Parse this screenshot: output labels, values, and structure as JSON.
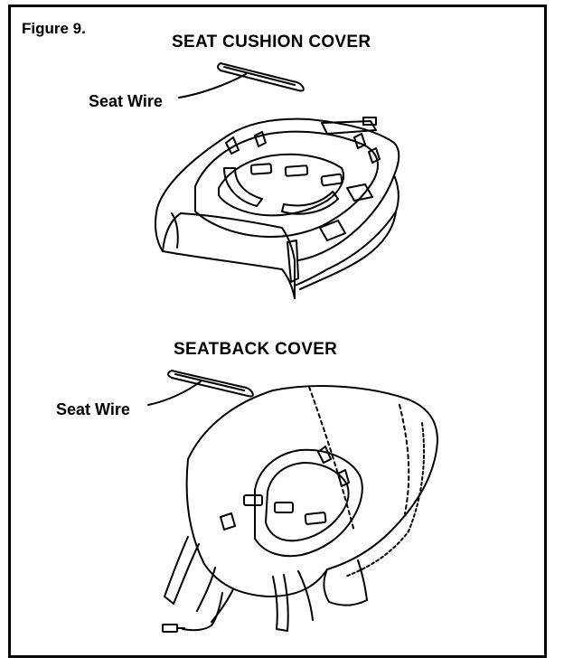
{
  "figure": {
    "label": "Figure 9.",
    "cushion_title": "SEAT CUSHION COVER",
    "seatback_title": "SEATBACK COVER",
    "cushion_wire_label": "Seat Wire",
    "seatback_wire_label": "Seat Wire"
  }
}
